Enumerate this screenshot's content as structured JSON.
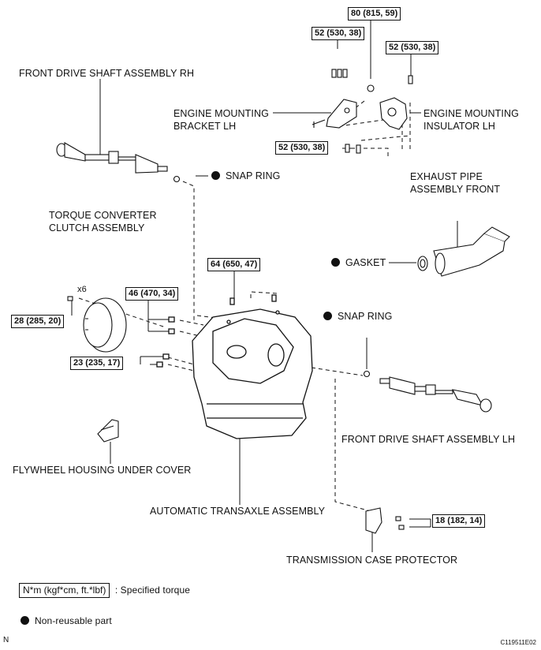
{
  "labels": {
    "front_drive_shaft_rh": "FRONT DRIVE SHAFT ASSEMBLY RH",
    "engine_mounting_bracket_lh": [
      "ENGINE MOUNTING",
      "BRACKET LH"
    ],
    "engine_mounting_insulator_lh": [
      "ENGINE MOUNTING",
      "INSULATOR LH"
    ],
    "snap_ring_top": "SNAP RING",
    "exhaust_pipe": [
      "EXHAUST PIPE",
      "ASSEMBLY FRONT"
    ],
    "torque_converter": [
      "TORQUE CONVERTER",
      "CLUTCH ASSEMBLY"
    ],
    "gasket": "GASKET",
    "snap_ring_right": "SNAP RING",
    "x6": "x6",
    "front_drive_shaft_lh": "FRONT DRIVE SHAFT ASSEMBLY LH",
    "flywheel_housing": "FLYWHEEL HOUSING UNDER COVER",
    "automatic_transaxle": "AUTOMATIC TRANSAXLE ASSEMBLY",
    "transmission_case_protector": "TRANSMISSION CASE PROTECTOR"
  },
  "torques": {
    "t80": "80 (815, 59)",
    "t52_left": "52 (530, 38)",
    "t52_right": "52 (530, 38)",
    "t52_lower": "52 (530, 38)",
    "t64": "64 (650, 47)",
    "t46": "46 (470, 34)",
    "t28": "28 (285, 20)",
    "t23": "23 (235, 17)",
    "t18": "18 (182, 14)"
  },
  "legend": {
    "torque_unit": "N*m (kgf*cm, ft.*lbf)",
    "torque_desc": ": Specified torque",
    "nonreusable_desc": "Non-reusable part"
  },
  "footer": {
    "corner_letter": "N",
    "figure_code": "C119511E02"
  }
}
